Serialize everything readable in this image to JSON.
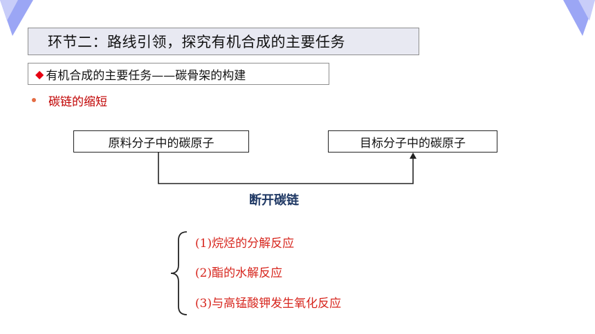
{
  "header": {
    "title": "环节二：路线引领，探究有机合成的主要任务"
  },
  "section": {
    "diamond_glyph": "◆",
    "subtitle": "有机合成的主要任务——碳骨架的构建"
  },
  "topic": {
    "label": "碳链的缩短"
  },
  "flow": {
    "source_label": "原料分子中的碳原子",
    "target_label": "目标分子中的碳原子",
    "process_label": "断开碳链"
  },
  "reactions": [
    "(1)烷烃的分解反应",
    "(2)酯的水解反应",
    "(3)与高锰酸钾发生氧化反应"
  ],
  "colors": {
    "accent_red": "#c00000",
    "reaction_red": "#d7261e",
    "process_blue": "#1f3864",
    "corner_blue": "#6f7ff0",
    "diamond_red": "#e60012"
  }
}
